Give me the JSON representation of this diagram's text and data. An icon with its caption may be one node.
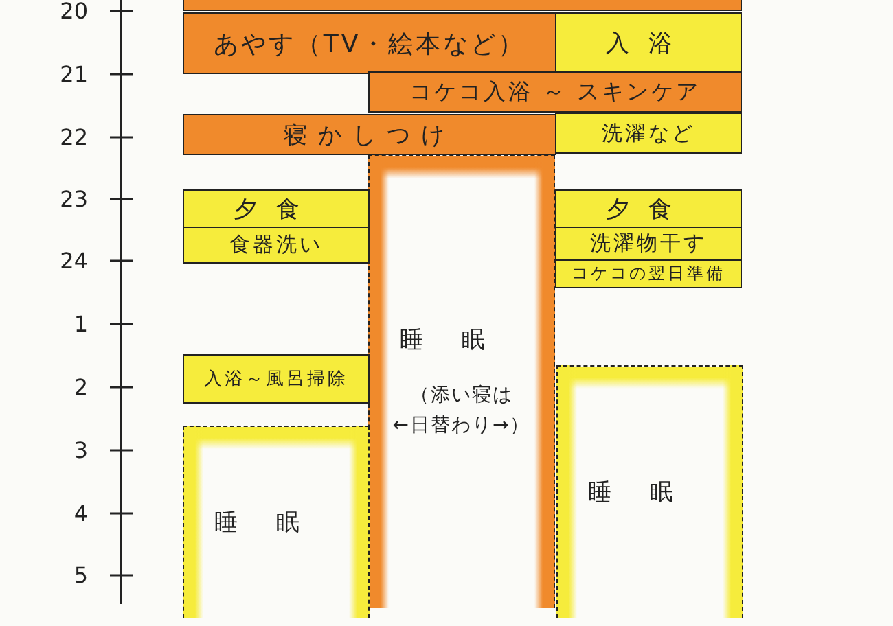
{
  "diagram": {
    "nodes": [
      {
        "text": [],
        "shape": "bar"
      },
      {
        "text": [
          "あやす（TV・絵本など）"
        ]
      },
      {
        "text": [
          "入浴"
        ]
      },
      {
        "text": [
          "コケコ入浴 ～ スキンケア"
        ]
      },
      {
        "text": [
          "寝かしつけ"
        ]
      },
      {
        "text": [
          "洗濯など"
        ]
      },
      {
        "text": [
          "睡眠",
          "（添い寝は ←日替わり→）"
        ]
      },
      {
        "text": [
          "夕食"
        ]
      },
      {
        "text": [
          "食器洗い"
        ]
      },
      {
        "text": [
          "夕食"
        ]
      },
      {
        "text": [
          "洗濯物干す"
        ]
      },
      {
        "text": [
          "コケコの翌日準備"
        ]
      },
      {
        "text": [
          "入浴～風呂掃除"
        ]
      },
      {
        "text": [
          "睡眠"
        ]
      },
      {
        "text": [
          "睡眠"
        ]
      }
    ],
    "labels": [
      "20",
      "21",
      "22",
      "23",
      "24",
      "1",
      "2",
      "3",
      "4",
      "5"
    ]
  }
}
